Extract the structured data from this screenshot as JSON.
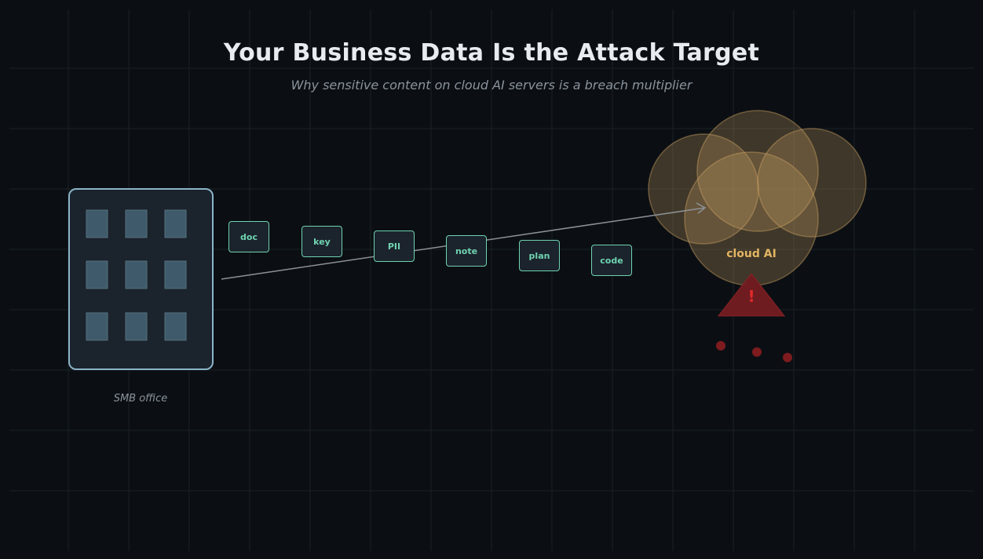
{
  "header": {
    "title": "Your Business Data Is the Attack Target",
    "subtitle": "Why sensitive content on cloud AI servers is a breach multiplier"
  },
  "source": {
    "label": "SMB office",
    "windows": 9
  },
  "data_chips": [
    {
      "label": "doc"
    },
    {
      "label": "key"
    },
    {
      "label": "PII"
    },
    {
      "label": "note"
    },
    {
      "label": "plan"
    },
    {
      "label": "code"
    }
  ],
  "destination": {
    "label": "cloud AI",
    "warning_symbol": "!",
    "leak_dots": 3
  },
  "colors": {
    "background": "#0b0f13",
    "grid": "#1b2127",
    "chip_accent": "#6fd3b1",
    "cloud": "#e3b463",
    "warning": "#c0282c",
    "building_border": "#8ab4c8"
  }
}
